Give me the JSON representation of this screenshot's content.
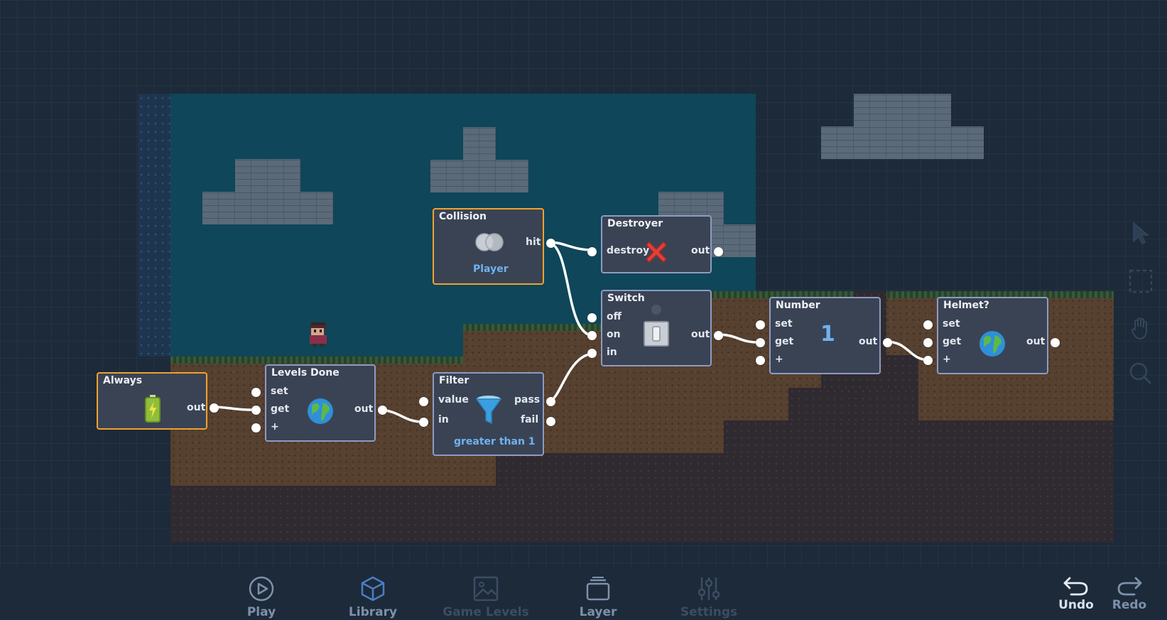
{
  "level": {
    "character": "player-sprite"
  },
  "nodes": {
    "always": {
      "title": "Always",
      "out": "out",
      "icon": "battery-icon"
    },
    "levels_done": {
      "title": "Levels Done",
      "set": "set",
      "get": "get",
      "plus": "+",
      "out": "out",
      "icon": "globe-icon"
    },
    "filter": {
      "title": "Filter",
      "value": "value",
      "in": "in",
      "pass": "pass",
      "fail": "fail",
      "condition": "greater than 1",
      "icon": "funnel-icon"
    },
    "collision": {
      "title": "Collision",
      "hit": "hit",
      "target": "Player",
      "icon": "overlap-circles-icon"
    },
    "destroyer": {
      "title": "Destroyer",
      "destroy": "destroy",
      "out": "out",
      "icon": "red-x-icon"
    },
    "switch": {
      "title": "Switch",
      "off": "off",
      "on": "on",
      "in": "in",
      "out": "out",
      "icon": "light-switch-icon"
    },
    "number": {
      "title": "Number",
      "set": "set",
      "get": "get",
      "plus": "+",
      "out": "out",
      "value": "1"
    },
    "helmet": {
      "title": "Helmet?",
      "set": "set",
      "get": "get",
      "plus": "+",
      "out": "out",
      "icon": "globe-icon"
    }
  },
  "toolbar": {
    "play": "Play",
    "library": "Library",
    "game_levels": "Game Levels",
    "layer": "Layer",
    "settings": "Settings",
    "undo": "Undo",
    "redo": "Redo"
  },
  "side_tools": [
    "cursor-icon",
    "marquee-select-icon",
    "hand-icon",
    "zoom-icon"
  ],
  "colors": {
    "background": "#1c2a3a",
    "sky": "#0f4659",
    "node_border": "#8d9bc3",
    "selected_border": "#f0a22e",
    "accent_text": "#6fb2f0"
  }
}
